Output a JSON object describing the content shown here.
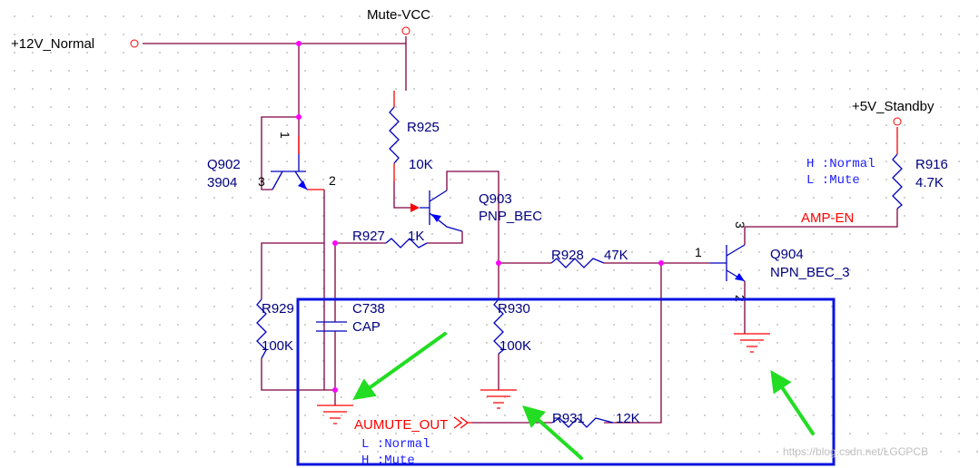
{
  "nets": {
    "v12": "+12V_Normal",
    "mute_vcc": "Mute-VCC",
    "v5": "+5V_Standby",
    "amp_en": "AMP-EN",
    "aumute_out": "AUMUTE_OUT"
  },
  "q902": {
    "ref": "Q902",
    "value": "3904",
    "pin1": "1",
    "pin2": "2",
    "pin3": "3"
  },
  "q903": {
    "ref": "Q903",
    "value": "PNP_BEC"
  },
  "q904": {
    "ref": "Q904",
    "value": "NPN_BEC_3",
    "pin1": "1",
    "pin2": "2",
    "pin3": "3"
  },
  "r925": {
    "ref": "R925",
    "value": "10K"
  },
  "r927": {
    "ref": "R927",
    "value": "1K"
  },
  "r928": {
    "ref": "R928",
    "value": "47K"
  },
  "r929": {
    "ref": "R929",
    "value": "100K"
  },
  "r930": {
    "ref": "R930",
    "value": "100K"
  },
  "r931": {
    "ref": "R931",
    "value": "12K"
  },
  "r916": {
    "ref": "R916",
    "value": "4.7K"
  },
  "c738": {
    "ref": "C738",
    "value": "CAP"
  },
  "notes": {
    "amp_en_h": "H :Normal",
    "amp_en_l": "L :Mute",
    "aumute_l": "L :Normal",
    "aumute_h": "H :Mute"
  },
  "watermark": "https://blog.csdn.net/LGCPCB",
  "colors": {
    "wire": "#800040",
    "pin": "#ff0000",
    "part": "#0000c0",
    "junction": "#ff00ff",
    "highlight": "#0a14e0",
    "arrow": "#22dd22"
  }
}
